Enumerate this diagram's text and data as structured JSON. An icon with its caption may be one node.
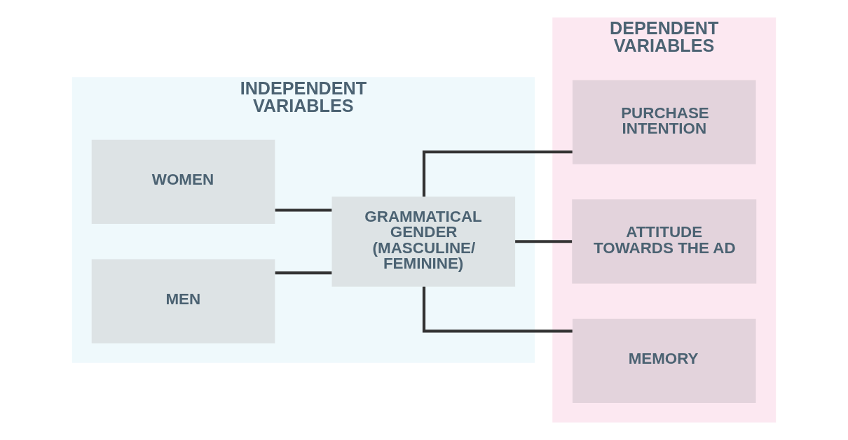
{
  "diagram": {
    "nodes": [
      {
        "text": [
          "INDEPENDENT VARIABLES"
        ]
      },
      {
        "text": [
          "WOMEN"
        ],
        "in": 0
      },
      {
        "text": [
          "MEN"
        ],
        "in": 0
      },
      {
        "text": [
          "GRAMMATICAL GENDER (MASCULINE/ FEMININE)"
        ],
        "in": 0
      },
      {
        "text": [
          "DEPENDENT VARIABLES"
        ]
      },
      {
        "text": [
          "PURCHASE INTENTION"
        ],
        "in": 4
      },
      {
        "text": [
          "ATTITUDE TOWARDS THE AD"
        ],
        "in": 4
      },
      {
        "text": [
          "MEMORY"
        ],
        "in": 4
      }
    ],
    "edges": [
      {
        "from": 1,
        "to": 3,
        "arrow": "none"
      },
      {
        "from": 2,
        "to": 3,
        "arrow": "none"
      },
      {
        "from": 3,
        "to": 5,
        "arrow": "none"
      },
      {
        "from": 3,
        "to": 6,
        "arrow": "none"
      },
      {
        "from": 3,
        "to": 7,
        "arrow": "none"
      }
    ]
  }
}
